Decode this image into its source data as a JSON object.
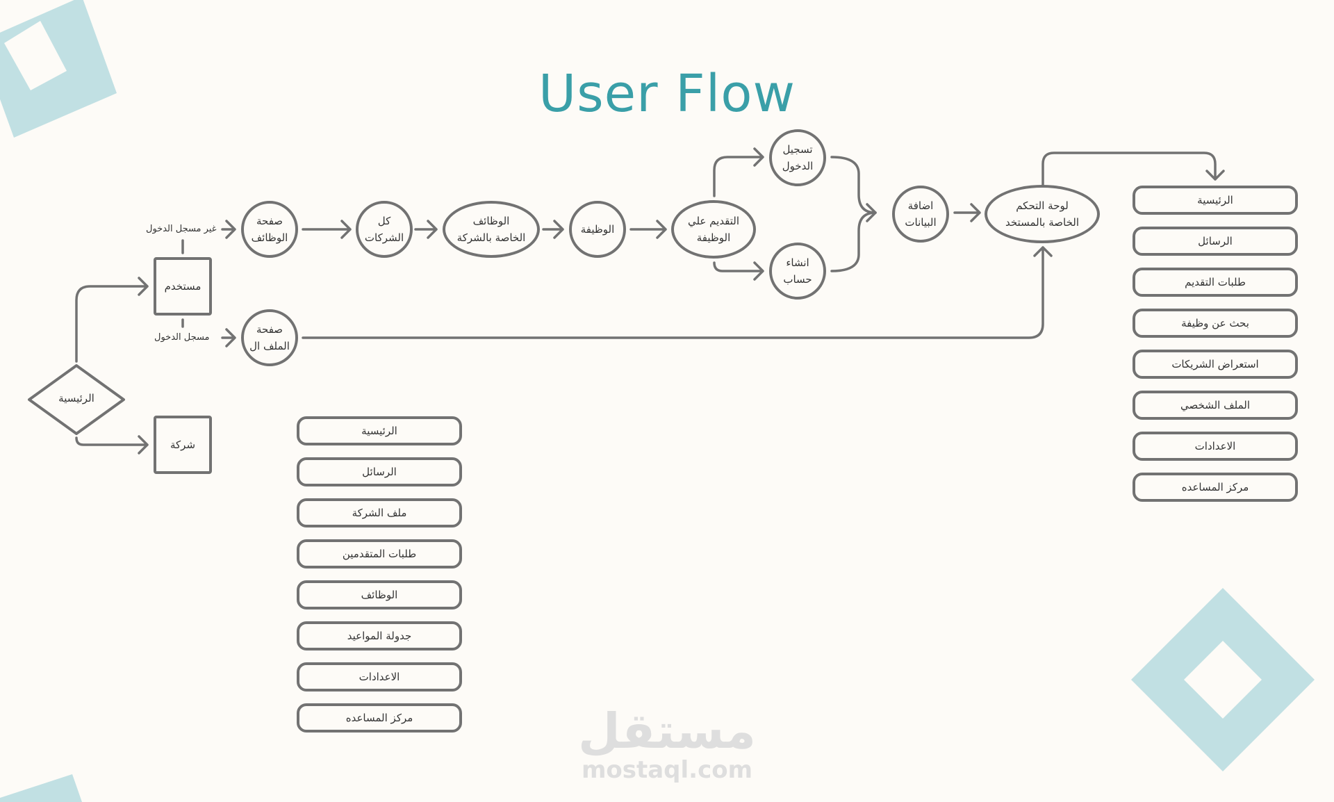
{
  "title": "User Flow",
  "colors": {
    "title": "#3a9fa8",
    "stroke": "#727272",
    "decor": "#c1e0e3",
    "background": "#fdfbf7"
  },
  "start": {
    "label": "الرئيسية"
  },
  "user": {
    "label": "مستخدم"
  },
  "company": {
    "label": "شركة"
  },
  "edge_labels": {
    "not_logged_in": "غير مسجل الدخول",
    "logged_in": "مسجل الدخول"
  },
  "nodes": {
    "jobs_page": [
      "صفحة",
      "الوظائف"
    ],
    "all_companies": [
      "كل",
      "الشركات"
    ],
    "company_jobs": [
      "الوظائف",
      "الخاصة بالشركة"
    ],
    "job": [
      "الوظيفة"
    ],
    "apply": [
      "التقديم علي",
      "الوظيفة"
    ],
    "login": [
      "تسجيل",
      "الدخول"
    ],
    "register": [
      "انشاء",
      "حساب"
    ],
    "add_data": [
      "اضافة",
      "البيانات"
    ],
    "dashboard": [
      "لوحة التحكم",
      "الخاصة بالمستخد"
    ],
    "profile_page": [
      "صفحة",
      "الملف ال"
    ]
  },
  "company_menu": [
    "الرئيسية",
    "الرسائل",
    "ملف الشركة",
    "طلبات المتقدمين",
    "الوظائف",
    "جدولة المواعيد",
    "الاعدادات",
    "مركز المساعده"
  ],
  "user_menu": [
    "الرئيسية",
    "الرسائل",
    "طلبات التقديم",
    "بحث عن وظيفة",
    "استعراض الشريكات",
    "الملف الشخصي",
    "الاعدادات",
    "مركز المساعده"
  ],
  "watermark": {
    "arabic": "مستقل",
    "latin": "mostaql.com"
  }
}
